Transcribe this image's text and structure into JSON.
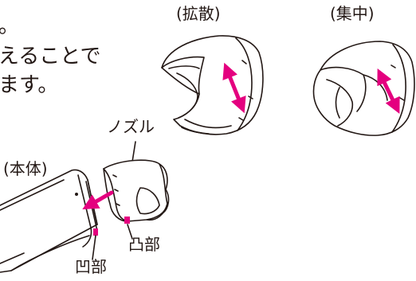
{
  "text": {
    "line1": "。",
    "line2": "えることで",
    "line3": "ます。"
  },
  "labels": {
    "spread": "(拡散)",
    "focus": "(集中)",
    "nozzle": "ノズル",
    "body": "(本体)",
    "convex": "凸部",
    "concave": "凹部"
  },
  "colors": {
    "accent": "#e4007f",
    "line": "#231815"
  }
}
